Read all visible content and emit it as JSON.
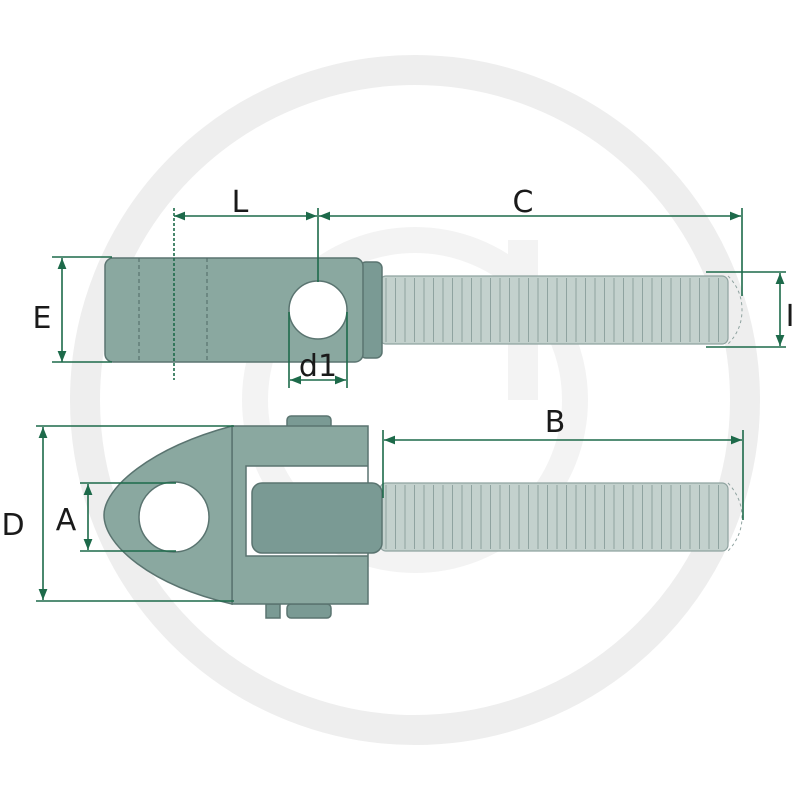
{
  "colors": {
    "part_fill": "#8aa8a0",
    "thread_fill": "#c3d1cd",
    "dimension_line": "#1d6a4a",
    "watermark": "#eeeeee"
  },
  "labels": {
    "L": "L",
    "C": "C",
    "E": "E",
    "I": "I",
    "d1": "d1",
    "B": "B",
    "A": "A",
    "D": "D"
  }
}
